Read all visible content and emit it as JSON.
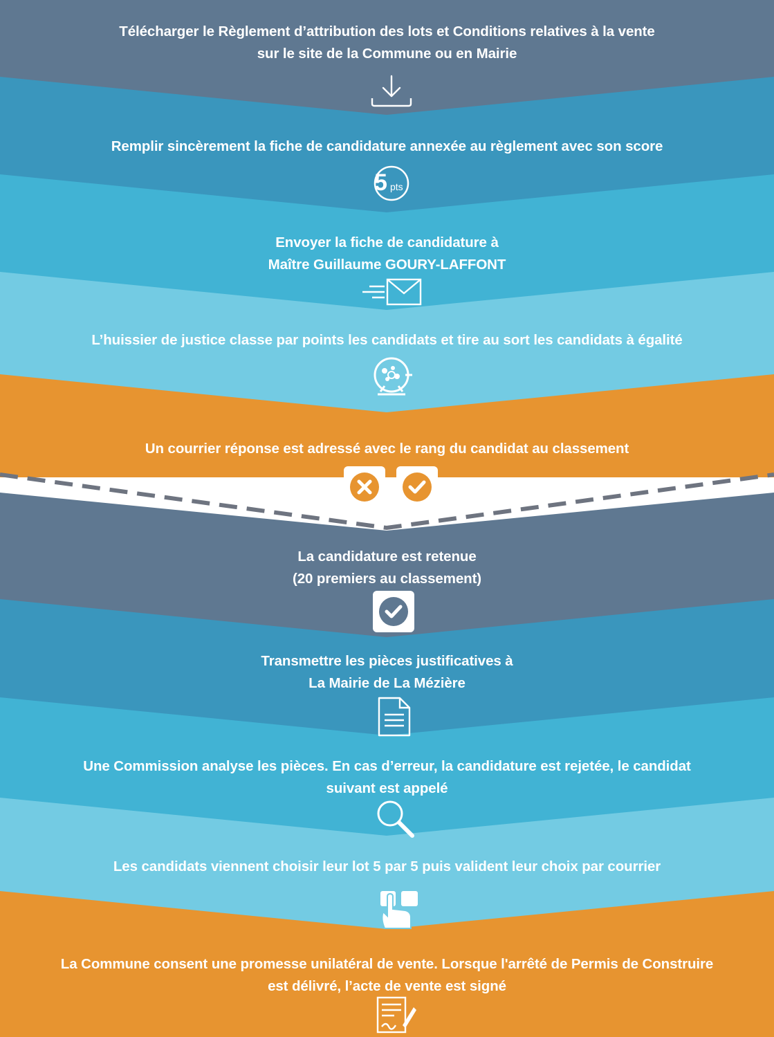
{
  "colors": {
    "slate": "#5f7891",
    "teal": "#3a96bd",
    "cyan": "#41b3d4",
    "light_cyan": "#73cbe3",
    "orange": "#e79430",
    "dash": "#6e7480",
    "icon_white": "#ffffff"
  },
  "steps": [
    {
      "color": "slate",
      "lines": [
        "Télécharger le Règlement d’attribution des lots et Conditions relatives à la vente",
        "sur le site de la Commune ou en Mairie"
      ],
      "icon": "download-icon"
    },
    {
      "color": "teal",
      "lines": [
        "Remplir sincèrement la fiche de candidature annexée au règlement avec son score"
      ],
      "icon": "score-badge-icon",
      "badge_value": "5",
      "badge_unit": "pts"
    },
    {
      "color": "cyan",
      "lines": [
        "Envoyer la fiche de candidature à",
        "Maître Guillaume GOURY-LAFFONT"
      ],
      "icon": "envelope-icon"
    },
    {
      "color": "light_cyan",
      "lines": [
        "L’huissier de justice classe par points les candidats et tire au sort les candidats à égalité"
      ],
      "icon": "lottery-drum-icon"
    },
    {
      "color": "orange",
      "lines": [
        "Un courrier réponse est adressé avec le rang du candidat au classement"
      ],
      "icon": "reject-accept-icons"
    },
    {
      "color": "slate",
      "lines": [
        "La candidature est retenue",
        "(20 premiers au classement)"
      ],
      "icon": "check-badge-icon"
    },
    {
      "color": "teal",
      "lines": [
        "Transmettre les pièces justificatives à",
        "La Mairie de La Mézière"
      ],
      "icon": "document-icon"
    },
    {
      "color": "cyan",
      "lines": [
        "Une Commission analyse les pièces. En cas d’erreur, la candidature est rejetée, le candidat",
        "suivant est appelé"
      ],
      "icon": "magnifier-icon"
    },
    {
      "color": "light_cyan",
      "lines": [
        "Les candidats viennent choisir leur lot 5 par 5 puis valident leur choix par courrier"
      ],
      "icon": "touch-hand-icon"
    },
    {
      "color": "orange",
      "lines": [
        "La Commune consent une promesse unilatéral de vente. Lorsque l'arrêté de Permis de Construire",
        "est délivré, l’acte de vente est signé"
      ],
      "icon": "signed-contract-icon"
    }
  ]
}
